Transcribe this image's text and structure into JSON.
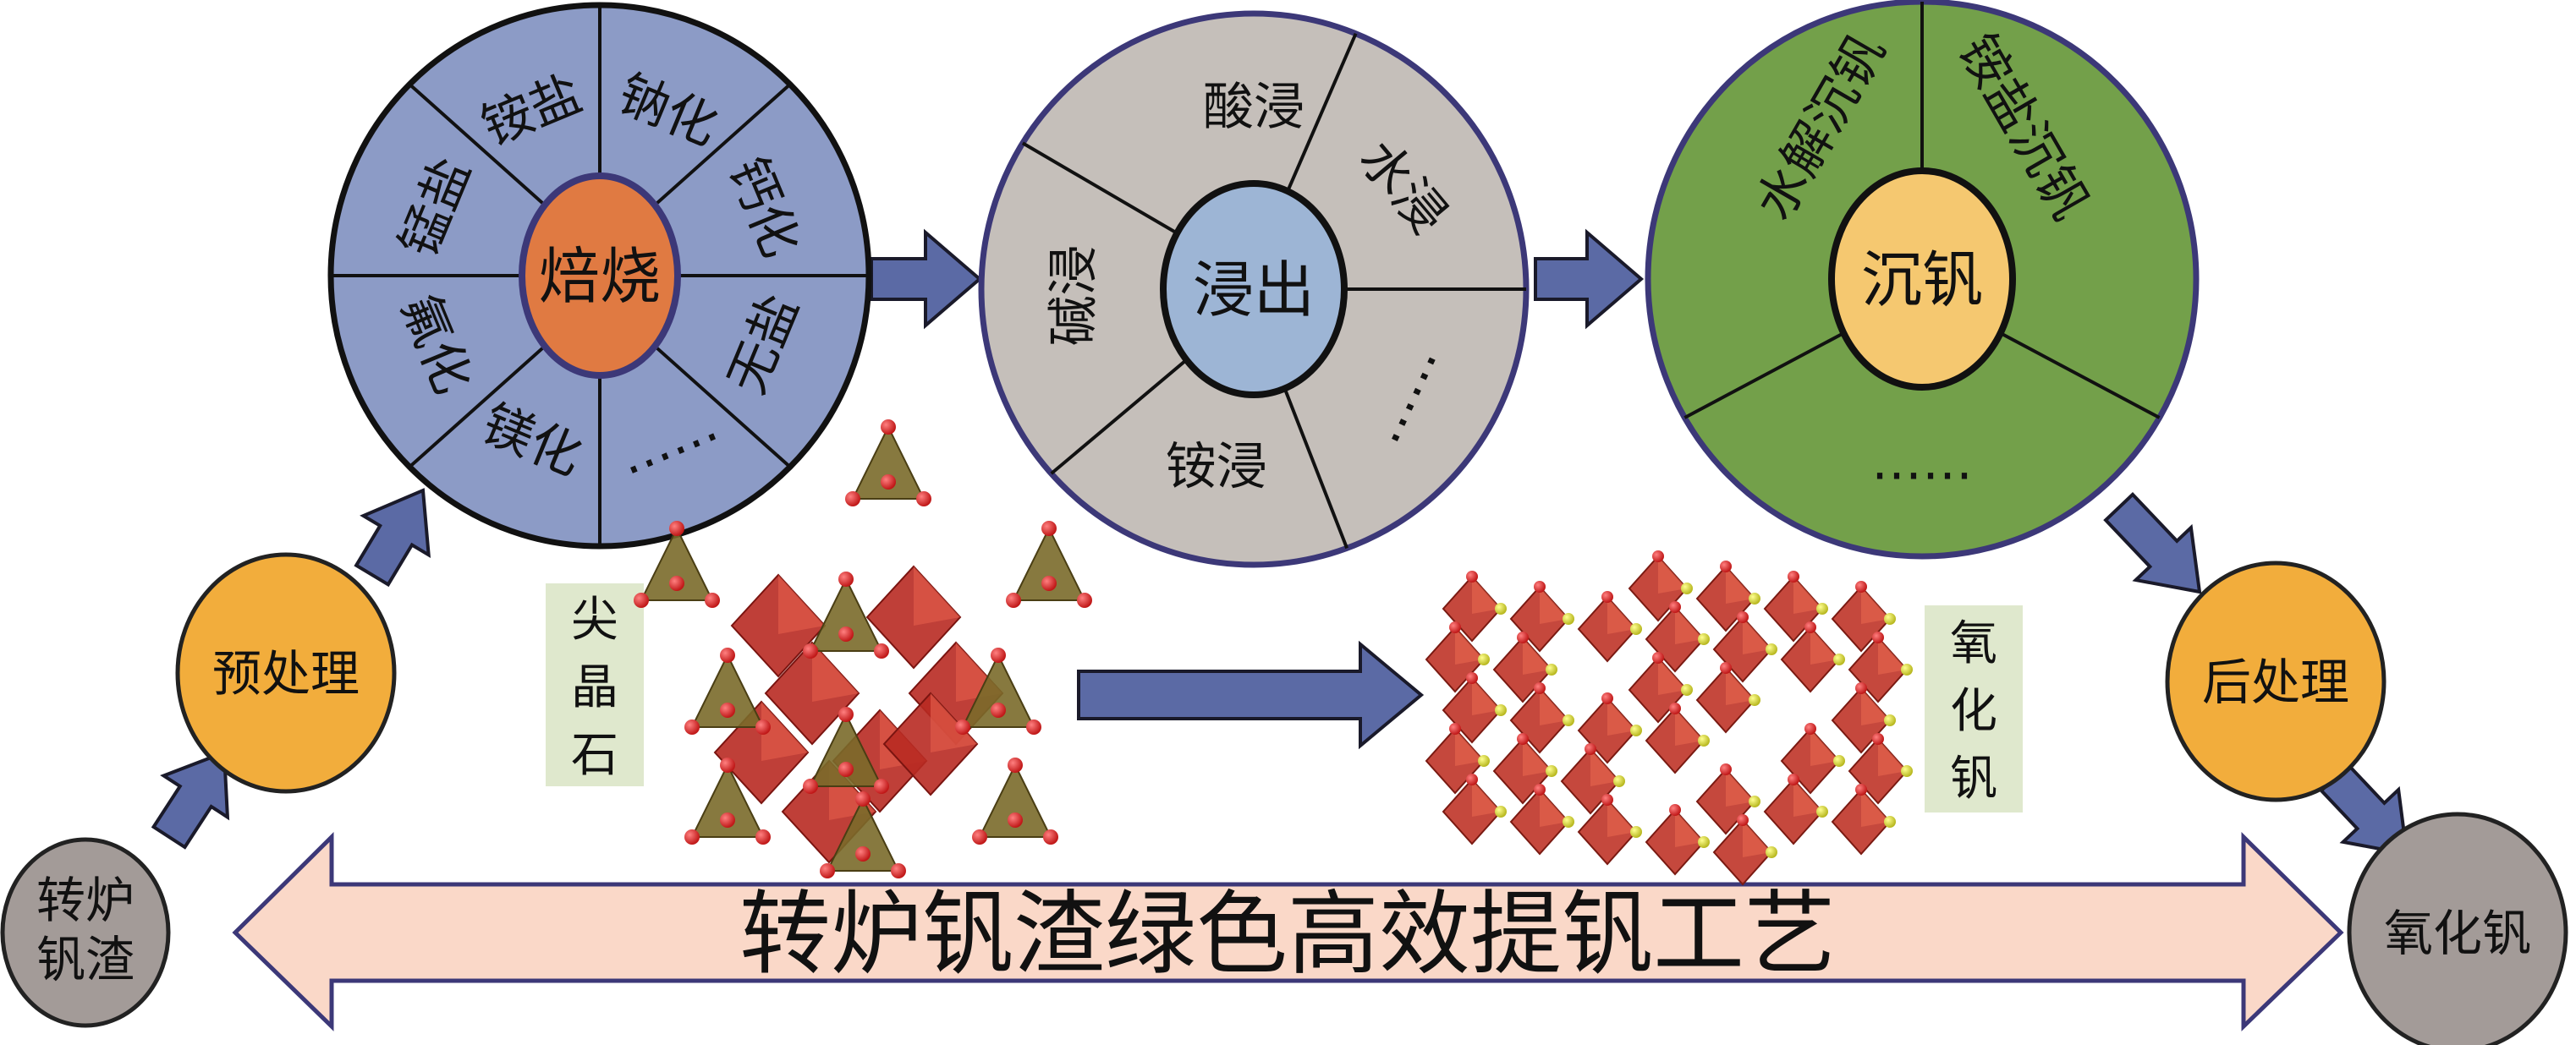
{
  "colors": {
    "roasting_wheel": "#8c9bc6",
    "roasting_hub": "#e07a42",
    "leaching_wheel": "#c5bfba",
    "leaching_hub": "#9db5d5",
    "precip_wheel": "#73a04a",
    "precip_hub": "#f5c870",
    "node_orange": "#f2ad3c",
    "node_gray": "#a39b98",
    "arrow_blue": "#5b6aa5",
    "banner_fill": "#fad8c8",
    "banner_border": "#3c3878",
    "label_box": "#dfe8cd"
  },
  "roasting": {
    "hub": "焙烧",
    "segments": [
      "钠化",
      "钙化",
      "无盐",
      "……",
      "镁化",
      "氟化",
      "锰盐",
      "铵盐"
    ]
  },
  "leaching": {
    "hub": "浸出",
    "segments": [
      "酸浸",
      "水浸",
      "……",
      "铵浸",
      "碱浸"
    ]
  },
  "precipitation": {
    "hub": "沉钒",
    "segments": [
      "铵盐沉钒",
      "……",
      "水解沉钒"
    ]
  },
  "nodes": {
    "start": [
      "转炉",
      "钒渣"
    ],
    "pretreatment": "预处理",
    "posttreatment": "后处理",
    "end": "氧化钒"
  },
  "minerals": {
    "spinel": [
      "尖",
      "晶",
      "石"
    ],
    "vanadium_oxide": [
      "氧",
      "化",
      "钒"
    ]
  },
  "banner": {
    "title": "转炉钒渣绿色高效提钒工艺"
  }
}
